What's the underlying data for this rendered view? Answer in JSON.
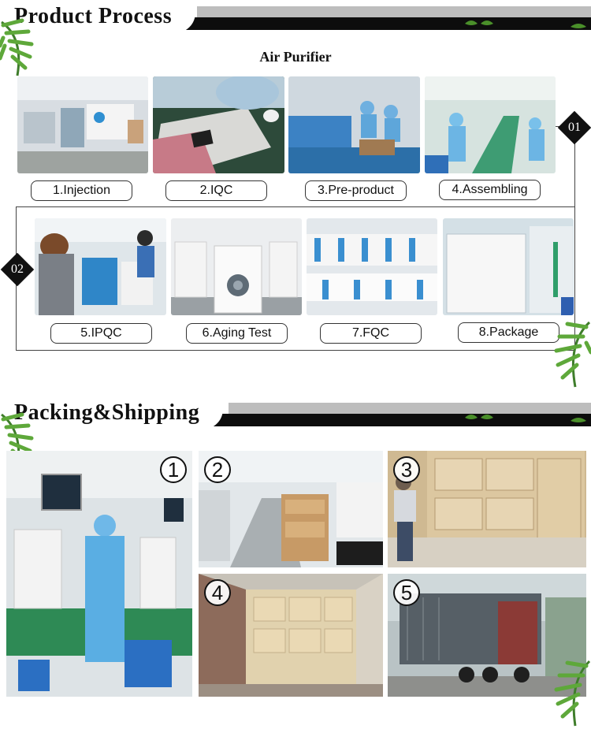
{
  "process_section": {
    "title": "Product Process",
    "subtitle": "Air Purifier",
    "markers": [
      "01",
      "02"
    ],
    "steps": [
      {
        "label": "1.Injection"
      },
      {
        "label": "2.IQC"
      },
      {
        "label": "3.Pre-product"
      },
      {
        "label": "4.Assembling"
      },
      {
        "label": "5.IPQC"
      },
      {
        "label": "6.Aging Test"
      },
      {
        "label": "7.FQC"
      },
      {
        "label": "8.Package"
      }
    ]
  },
  "shipping_section": {
    "title": "Packing&Shipping",
    "steps": [
      {
        "badge": "1"
      },
      {
        "badge": "2"
      },
      {
        "badge": "3"
      },
      {
        "badge": "4"
      },
      {
        "badge": "5"
      }
    ]
  }
}
